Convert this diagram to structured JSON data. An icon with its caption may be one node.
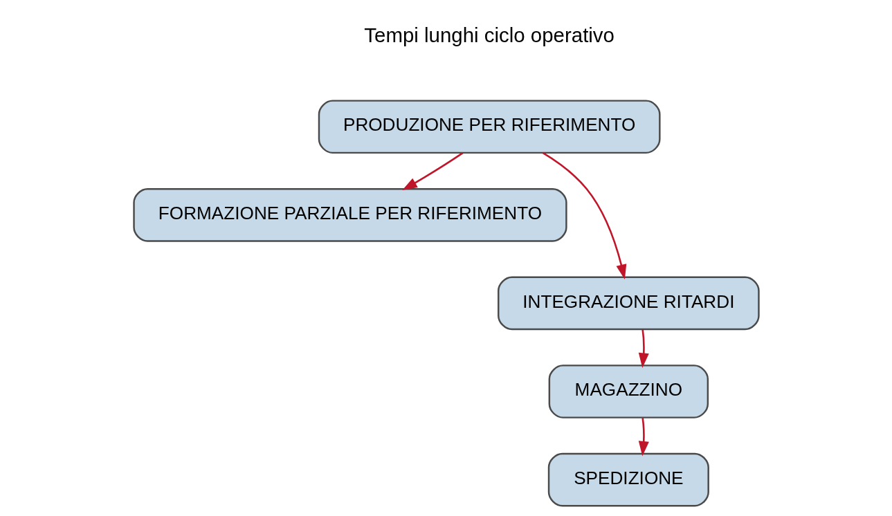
{
  "diagram": {
    "nodes": [
      {
        "text": [
          "PRODUZIONE PER RIFERIMENTO"
        ]
      },
      {
        "text": [
          "FORMAZIONE PARZIALE PER RIFERIMENTO"
        ]
      },
      {
        "text": [
          "INTEGRAZIONE RITARDI"
        ]
      },
      {
        "text": [
          "MAGAZZINO"
        ]
      },
      {
        "text": [
          "SPEDIZIONE"
        ]
      }
    ],
    "edges": [
      {
        "from": 0,
        "to": 1,
        "arrow": "to"
      },
      {
        "from": 0,
        "to": 2,
        "arrow": "to"
      },
      {
        "from": 2,
        "to": 3,
        "arrow": "to"
      },
      {
        "from": 3,
        "to": 4,
        "arrow": "to"
      }
    ],
    "labels": [
      "Tempi lunghi ciclo operativo"
    ]
  }
}
